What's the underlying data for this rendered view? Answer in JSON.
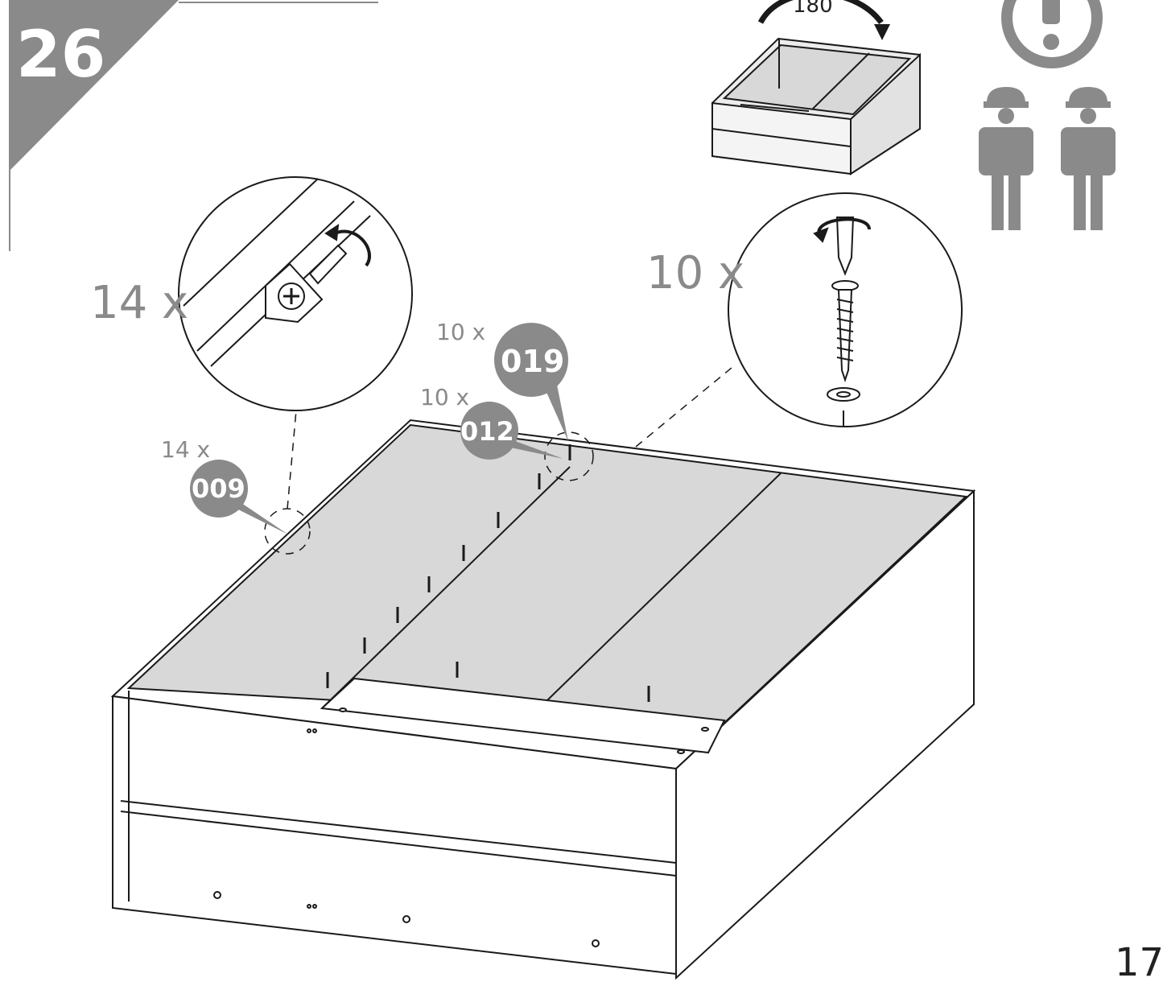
{
  "step": {
    "number": "26"
  },
  "rotation": {
    "label": "180"
  },
  "page": {
    "number": "17"
  },
  "callouts": {
    "cam_qty_large": "14 x",
    "screw_qty_large": "10 x",
    "cam_qty_small": "14 x",
    "screw_qty_small_a": "10 x",
    "screw_qty_small_b": "10 x"
  },
  "parts": {
    "cam_lock": "009",
    "screw": "012",
    "washer": "019"
  },
  "notices": {
    "warning_icon": "exclamation-icon",
    "two_people_icon": "two-person-assembly-icon"
  },
  "colors": {
    "badge_gray": "#8a8a8a",
    "panel_fill": "#d8d8d8",
    "line": "#1a1a1a"
  }
}
